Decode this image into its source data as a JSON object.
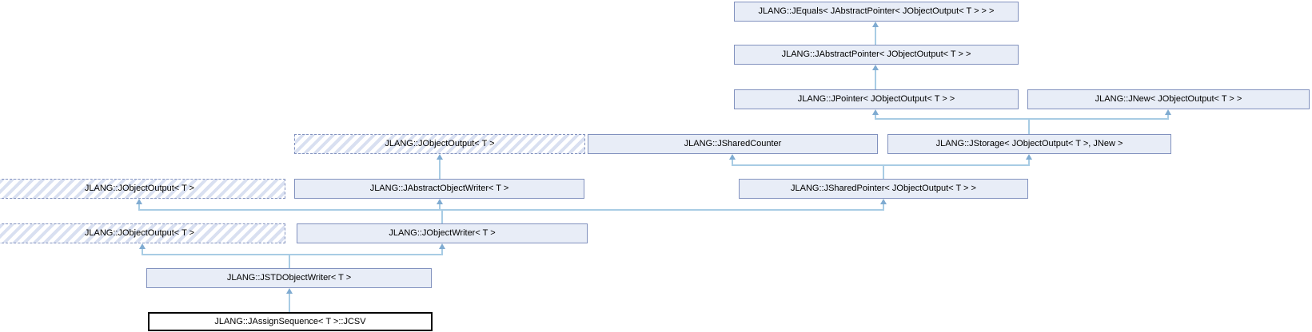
{
  "diagram": {
    "type": "inheritance-graph",
    "nodes": [
      {
        "id": "jequals",
        "label": "JLANG::JEquals< JAbstractPointer< JObjectOutput< T > > >",
        "style": "solid"
      },
      {
        "id": "jabstractpointer",
        "label": "JLANG::JAbstractPointer< JObjectOutput< T > >",
        "style": "solid"
      },
      {
        "id": "jpointer",
        "label": "JLANG::JPointer< JObjectOutput< T > >",
        "style": "solid"
      },
      {
        "id": "jnew",
        "label": "JLANG::JNew< JObjectOutput< T > >",
        "style": "solid"
      },
      {
        "id": "jobjectoutput-a",
        "label": "JLANG::JObjectOutput< T >",
        "style": "dashed-hatched"
      },
      {
        "id": "jsharedcounter",
        "label": "JLANG::JSharedCounter",
        "style": "solid"
      },
      {
        "id": "jstorage",
        "label": "JLANG::JStorage< JObjectOutput< T >, JNew >",
        "style": "solid"
      },
      {
        "id": "jobjectoutput-b",
        "label": "JLANG::JObjectOutput< T >",
        "style": "dashed-hatched"
      },
      {
        "id": "jabstractobjectwriter",
        "label": "JLANG::JAbstractObjectWriter< T >",
        "style": "solid"
      },
      {
        "id": "jsharedpointer",
        "label": "JLANG::JSharedPointer< JObjectOutput< T > >",
        "style": "solid"
      },
      {
        "id": "jobjectoutput-c",
        "label": "JLANG::JObjectOutput< T >",
        "style": "dashed-hatched"
      },
      {
        "id": "jobjectwriter",
        "label": "JLANG::JObjectWriter< T >",
        "style": "solid"
      },
      {
        "id": "jstdobjectwriter",
        "label": "JLANG::JSTDObjectWriter< T >",
        "style": "solid"
      },
      {
        "id": "jcsv",
        "label": "JLANG::JAssignSequence< T >::JCSV",
        "style": "emphasis"
      }
    ],
    "edges": [
      {
        "from": "jabstractpointer",
        "to": "jequals"
      },
      {
        "from": "jpointer",
        "to": "jabstractpointer"
      },
      {
        "from": "jstorage",
        "to": "jpointer"
      },
      {
        "from": "jstorage",
        "to": "jnew"
      },
      {
        "from": "jsharedpointer",
        "to": "jsharedcounter"
      },
      {
        "from": "jsharedpointer",
        "to": "jstorage"
      },
      {
        "from": "jabstractobjectwriter",
        "to": "jobjectoutput-a"
      },
      {
        "from": "jobjectwriter",
        "to": "jobjectoutput-b"
      },
      {
        "from": "jobjectwriter",
        "to": "jabstractobjectwriter"
      },
      {
        "from": "jobjectwriter",
        "to": "jsharedpointer"
      },
      {
        "from": "jstdobjectwriter",
        "to": "jobjectoutput-c"
      },
      {
        "from": "jstdobjectwriter",
        "to": "jobjectwriter"
      },
      {
        "from": "jcsv",
        "to": "jstdobjectwriter"
      }
    ],
    "colors": {
      "edge_line": "#a8cce4",
      "arrowhead": "#7fabd1",
      "node_fill": "#e8edf7",
      "node_border": "#8191be",
      "hatch_stripe": "#d9e0f1",
      "emphasis_border": "#000000",
      "text": "#000000",
      "background": "#ffffff"
    }
  }
}
